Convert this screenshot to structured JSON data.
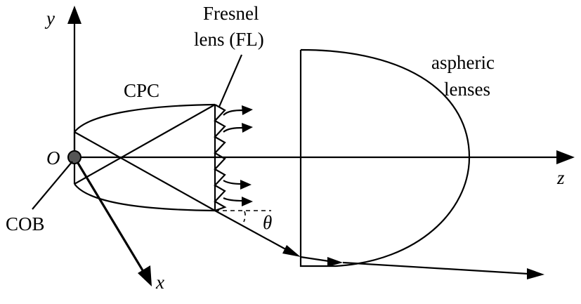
{
  "axes": {
    "y": "y",
    "x": "x",
    "z": "z",
    "origin": "O"
  },
  "labels": {
    "cpc": "CPC",
    "fresnel_line1": "Fresnel",
    "fresnel_line2": "lens (FL)",
    "aspheric_line1": "aspheric",
    "aspheric_line2": "lenses",
    "cob": "COB",
    "theta": "θ"
  },
  "colors": {
    "stroke": "#000000",
    "background": "#ffffff",
    "cob_fill": "#555555"
  }
}
